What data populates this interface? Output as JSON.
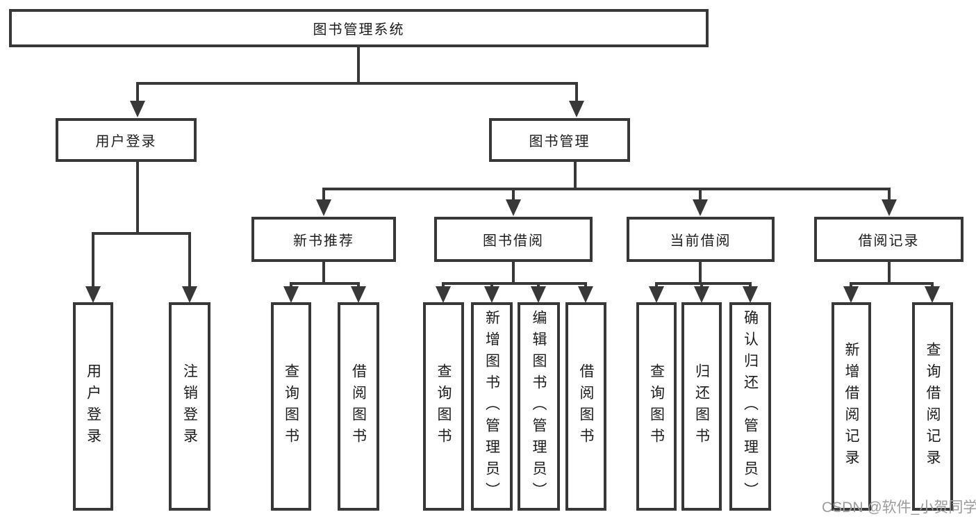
{
  "tree": {
    "label": "图书管理系统",
    "children": [
      {
        "label": "用户登录",
        "children": [
          {
            "label": "用户登录"
          },
          {
            "label": "注销登录"
          }
        ]
      },
      {
        "label": "图书管理",
        "children": [
          {
            "label": "新书推荐",
            "children": [
              {
                "label": "查询图书"
              },
              {
                "label": "借阅图书"
              }
            ]
          },
          {
            "label": "图书借阅",
            "children": [
              {
                "label": "查询图书"
              },
              {
                "label": "新增图书（管理员）"
              },
              {
                "label": "编辑图书（管理员）"
              },
              {
                "label": "借阅图书"
              }
            ]
          },
          {
            "label": "当前借阅",
            "children": [
              {
                "label": "查询图书"
              },
              {
                "label": "归还图书"
              },
              {
                "label": "确认归还（管理员）"
              }
            ]
          },
          {
            "label": "借阅记录",
            "children": [
              {
                "label": "新增借阅记录"
              },
              {
                "label": "查询借阅记录"
              }
            ]
          }
        ]
      }
    ]
  },
  "watermark": "CSDN @软件_小贺同学",
  "colors": {
    "background": "#ffffff",
    "box_border": "#383838",
    "connector": "#383838",
    "text": "#1c1c1c",
    "watermark": "#9b9b9b"
  }
}
